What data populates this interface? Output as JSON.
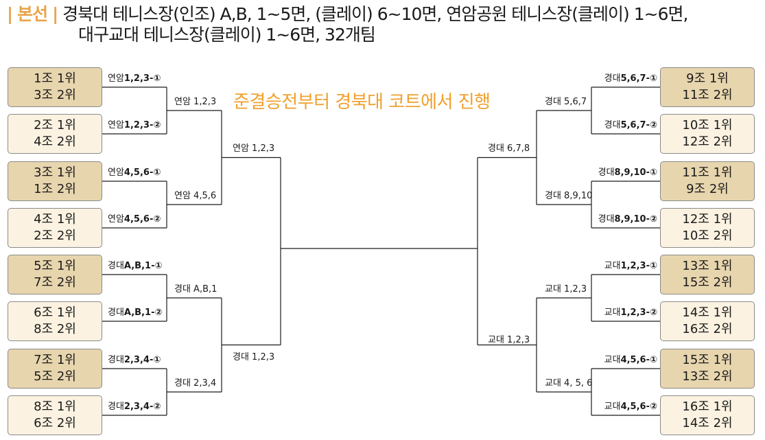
{
  "header": {
    "bar_left": "|",
    "section": "본선",
    "bar_right": "|",
    "line1": "경북대 테니스장(인조) A,B, 1~5면, (클레이) 6~10면, 연암공원 테니스장(클레이) 1~6면,",
    "line2": "대구교대 테니스장(클레이) 1~6면, 32개팀"
  },
  "announcement": "준결승전부터 경북대 코트에서 진행",
  "left_boxes": [
    {
      "line1": "1조 1위",
      "line2": "3조 2위",
      "shade": "dark"
    },
    {
      "line1": "2조 1위",
      "line2": "4조 2위",
      "shade": "light"
    },
    {
      "line1": "3조 1위",
      "line2": "1조 2위",
      "shade": "dark"
    },
    {
      "line1": "4조 1위",
      "line2": "2조 2위",
      "shade": "light"
    },
    {
      "line1": "5조 1위",
      "line2": "7조 2위",
      "shade": "dark"
    },
    {
      "line1": "6조 1위",
      "line2": "8조 2위",
      "shade": "light"
    },
    {
      "line1": "7조 1위",
      "line2": "5조 2위",
      "shade": "dark"
    },
    {
      "line1": "8조 1위",
      "line2": "6조 2위",
      "shade": "light"
    }
  ],
  "right_boxes": [
    {
      "line1": "9조 1위",
      "line2": "11조 2위",
      "shade": "dark"
    },
    {
      "line1": "10조 1위",
      "line2": "12조 2위",
      "shade": "light"
    },
    {
      "line1": "11조 1위",
      "line2": "9조 2위",
      "shade": "dark"
    },
    {
      "line1": "12조 1위",
      "line2": "10조 2위",
      "shade": "light"
    },
    {
      "line1": "13조 1위",
      "line2": "15조 2위",
      "shade": "dark"
    },
    {
      "line1": "14조 1위",
      "line2": "16조 2위",
      "shade": "light"
    },
    {
      "line1": "15조 1위",
      "line2": "13조 2위",
      "shade": "dark"
    },
    {
      "line1": "16조 1위",
      "line2": "14조 2위",
      "shade": "light"
    }
  ],
  "left_r1": [
    {
      "place": "연암",
      "courts": "1,2,3",
      "suffix": "-①"
    },
    {
      "place": "연암",
      "courts": "1,2,3",
      "suffix": "-②"
    },
    {
      "place": "연암",
      "courts": "4,5,6",
      "suffix": "-①"
    },
    {
      "place": "연암",
      "courts": "4,5,6",
      "suffix": "-②"
    },
    {
      "place": "경대",
      "courts": "A,B,1",
      "suffix": "-①"
    },
    {
      "place": "경대",
      "courts": "A,B,1",
      "suffix": "-②"
    },
    {
      "place": "경대",
      "courts": "2,3,4",
      "suffix": "-①"
    },
    {
      "place": "경대",
      "courts": "2,3,4",
      "suffix": "-②"
    }
  ],
  "right_r1": [
    {
      "place": "경대",
      "courts": "5,6,7",
      "suffix": "-①"
    },
    {
      "place": "경대",
      "courts": "5,6,7",
      "suffix": "-②"
    },
    {
      "place": "경대",
      "courts": "8,9,10",
      "suffix": "-①"
    },
    {
      "place": "경대",
      "courts": "8,9,10",
      "suffix": "-②"
    },
    {
      "place": "교대",
      "courts": "1,2,3",
      "suffix": "-①"
    },
    {
      "place": "교대",
      "courts": "1,2,3",
      "suffix": "-②"
    },
    {
      "place": "교대",
      "courts": "4,5,6",
      "suffix": "-①"
    },
    {
      "place": "교대",
      "courts": "4,5,6",
      "suffix": "-②"
    }
  ],
  "left_r2": [
    "연암 1,2,3",
    "연암 4,5,6",
    "경대 A,B,1",
    "경대 2,3,4"
  ],
  "right_r2": [
    "경대 5,6,7",
    "경대 8,9,10",
    "교대 1,2,3",
    "교대 4, 5, 6"
  ],
  "left_r3": [
    "연암 1,2,3",
    "경대 1,2,3"
  ],
  "right_r3": [
    "경대 6,7,8",
    "교대 1,2,3"
  ],
  "colors": {
    "dark_box": "#e7d5ae",
    "light_box": "#fbf2e1",
    "accent": "#f0a02c",
    "line": "#1a1a1a"
  }
}
